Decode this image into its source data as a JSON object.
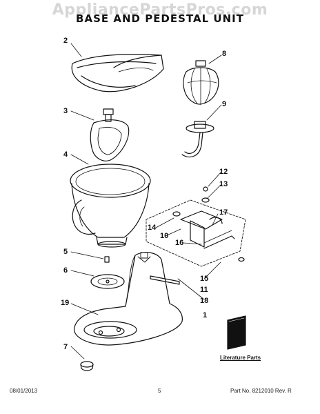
{
  "watermark": "AppliancePartsPros.com",
  "title": "BASE AND PEDESTAL UNIT",
  "callouts": {
    "c1": "1",
    "c2": "2",
    "c3": "3",
    "c4": "4",
    "c5": "5",
    "c6": "6",
    "c7": "7",
    "c8": "8",
    "c9": "9",
    "c10": "10",
    "c11": "11",
    "c12": "12",
    "c13": "13",
    "c14": "14",
    "c15": "15",
    "c16": "16",
    "c17": "17",
    "c18": "18",
    "c19": "19"
  },
  "literature_label": "Literature Parts",
  "footer": {
    "date": "08/01/2013",
    "page": "5",
    "part_no": "Part No. 8212010  Rev. R"
  }
}
